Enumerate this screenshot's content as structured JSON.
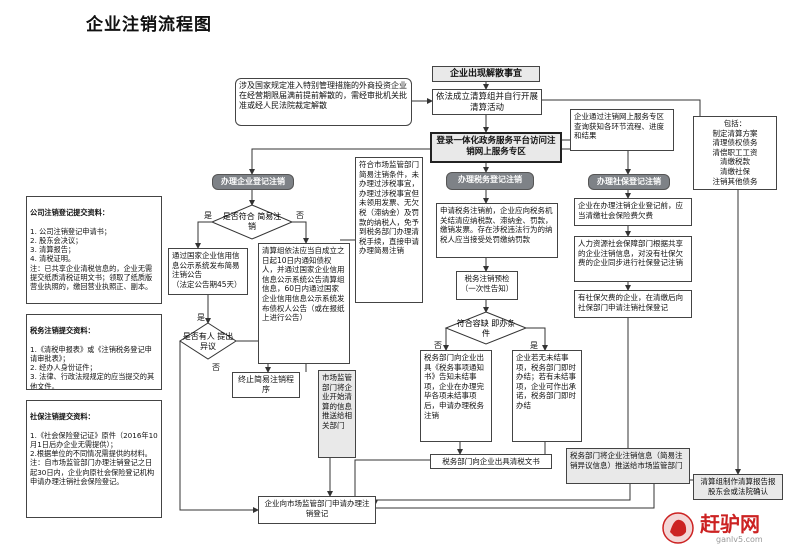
{
  "title": "企业注销流程图",
  "boxes": {
    "top": "企业出现解散事宜",
    "special": "涉及国家规定准入特别管理措施的外商投资企业在经营期限届满前提前解散的，需经审批机关批准或经人民法院裁定解散",
    "clearance_group": "依法成立清算组并自行开展清算活动",
    "platform": "登录一体化政务服务平台访问注销网上服务专区",
    "market_notify": "符合市场监管部门简易注销条件，未办理过涉税事宜，办理过涉税事宜但未领用发票、无欠税（滞纳金）及罚款的纳税人，免予到税务部门办理清税手续，直接申请办理简易注销",
    "social_online": "企业通过注销网上服务专区查询获知各环节流程、进度和结果",
    "group_contents": "包括：\n制定清算方案\n清理债权债务\n清偿职工工资\n清缴税款\n清缴社保\n注销其他债务",
    "tax_apply": "申请税务注销前，企业应向税务机关结清应纳税款、滞纳金、罚款，缴销发票。存在涉税违法行为的纳税人应当接受处罚缴纳罚款",
    "tax_precheck": "税务注销预检\n（一次性告知）",
    "tax_issue_doc": "税务部门向企业出具《税务事项通知书》告知未结事项，企业在办理完毕各项未结事项后，申请办理税务注销",
    "tax_commit": "企业若无未结事项，税务部门即时办结；若有未结事项，企业可作出承诺，税务部门即时办结",
    "tax_clear_cert": "税务部门向企业出具清税文书",
    "social_1": "企业在办理注销企业登记前，应当清缴社会保险费欠费",
    "social_2": "人力资源社会保障部门根据共享的企业注销信息，对没有社保欠费的企业同步进行社保登记注销",
    "social_3": "有社保欠费的企业，在清缴后向社保部门申请注销社保登记",
    "public_notice": "通过国家企业信用信息公示系统发布简易注销公告\n（法定公告期45天）",
    "liquidation_notice": "清算组依法应当自成立之日起10日内通知债权人，并通过国家企业信用信息公示系统公告清算组信息，60日内通过国家企业信用信息公示系统发布债权人公告（或在报纸上进行公告）",
    "terminate_simple": "终止简易注销程序",
    "market_push": "市场监管部门将企业开始清算的信息推送给相关部门",
    "tax_push": "税务部门将企业注销信息（简易注销异议信息）推送给市场监管部门",
    "final_apply": "企业向市场监管部门申请办理注销登记",
    "final_report": "清算组制作清算报告报股东会或法院确认"
  },
  "headers": {
    "company": "办理企业登记注销",
    "tax": "办理税务登记注销",
    "social": "办理社保登记注销"
  },
  "diamonds": {
    "simple": "是否符合\n简易注销",
    "objection": "是否有人\n提出异议",
    "tax_cond": "符合容缺\n即办条件"
  },
  "labels": {
    "yes": "是",
    "no": "否"
  },
  "sidebar": {
    "company_title": "公司注销登记提交资料：",
    "company_body": "1. 公司注销登记申请书；\n2. 股东会决议；\n3. 清算报告；\n4. 清税证明。\n注：已共享企业清税信息的，企业无需提交纸质清税证明文书；领取了纸质版营业执照的，缴回营业执照正、副本。",
    "tax_title": "税务注销提交资料：",
    "tax_body": "1.《清税申报表》或《注销税务登记申请审批表》；\n2. 经办人身份证件；\n3. 法律、行政法规规定的应当提交的其他文件。",
    "social_title": "社保注销提交资料：",
    "social_body": "1.《社会保险登记证》原件（2016年10月1日后办企业无需提供）；\n2.根据单位的不同情况需提供的材料。\n注：自市场监管部门办理注销登记之日起30日内，企业向原社会保险登记机构申请办理注销社会保险登记。"
  },
  "watermark": {
    "brand": "赶驴网",
    "url": "ganlv5.com"
  }
}
